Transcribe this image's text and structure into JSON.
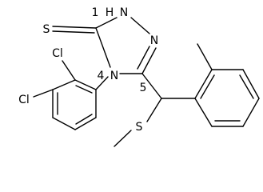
{
  "molecule": {
    "atoms": {
      "thione_s": "S",
      "nh": "N",
      "nh_h": "H",
      "n_digit": "1",
      "n2": "N",
      "n4": "N",
      "n4_num": "4",
      "c5_num": "5",
      "cl_top": "Cl",
      "cl_left": "Cl",
      "thioether_s": "S"
    },
    "colors": {
      "bond": "#000000",
      "label": "#000000",
      "background": "#ffffff"
    }
  }
}
